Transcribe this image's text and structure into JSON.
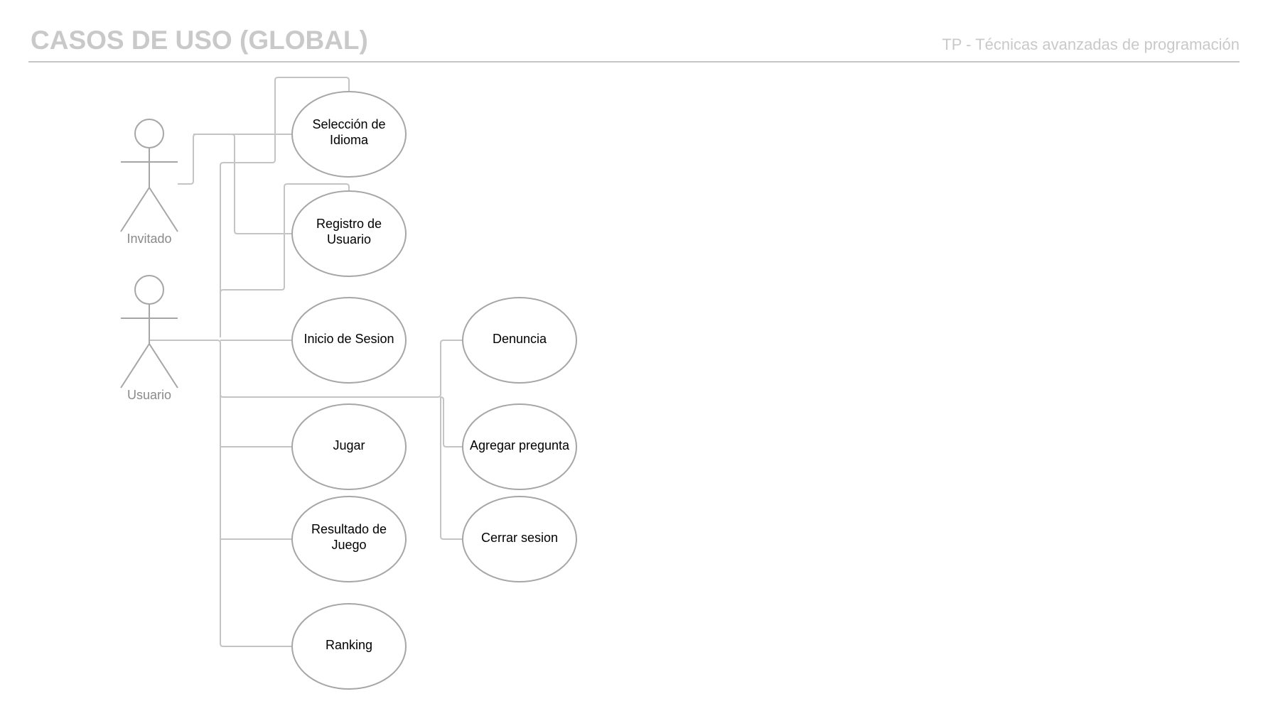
{
  "header": {
    "title": "CASOS DE USO (GLOBAL)",
    "subtitle": "TP - Técnicas avanzadas de programación"
  },
  "actors": {
    "invitado": "Invitado",
    "usuario": "Usuario"
  },
  "use_cases": {
    "seleccion_idioma": [
      "Selección de",
      "Idioma"
    ],
    "registro_usuario": [
      "Registro de",
      "Usuario"
    ],
    "inicio_sesion": [
      "Inicio de Sesion"
    ],
    "jugar": [
      "Jugar"
    ],
    "resultado_juego": [
      "Resultado de",
      "Juego"
    ],
    "ranking": [
      "Ranking"
    ],
    "denuncia": [
      "Denuncia"
    ],
    "agregar_pregunta": [
      "Agregar pregunta"
    ],
    "cerrar_sesion": [
      "Cerrar sesion"
    ]
  },
  "colors": {
    "title": "#c9c9c9",
    "shape_stroke": "#a6a6a6",
    "connector": "#c4c4c4"
  }
}
